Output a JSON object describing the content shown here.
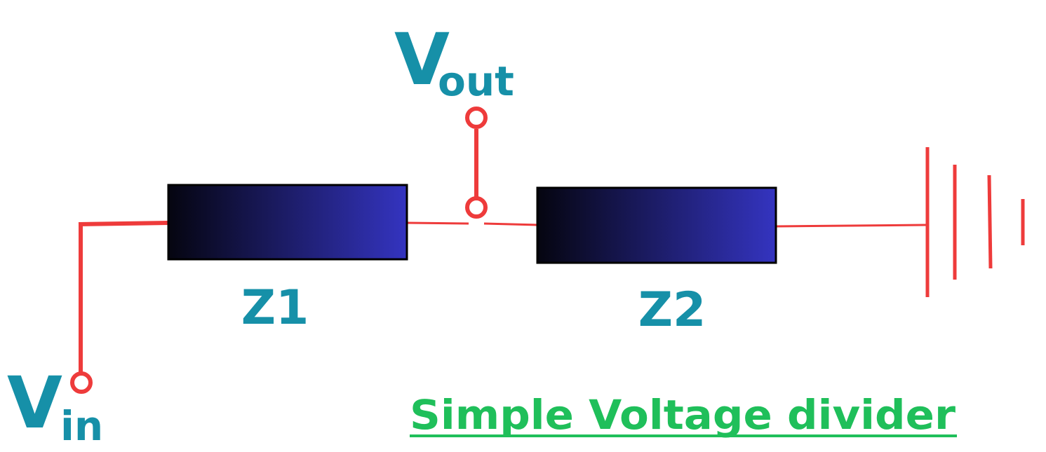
{
  "diagram": {
    "caption": "Simple Voltage divider",
    "components": [
      {
        "label": "Z1"
      },
      {
        "label": "Z2"
      }
    ],
    "terminals": {
      "input": {
        "main": "V",
        "sub": "in"
      },
      "output": {
        "main": "V",
        "sub": "out"
      }
    },
    "colors": {
      "wire": "#ee3b3b",
      "label": "#1690a8",
      "caption": "#1fbf5a",
      "component_start": "#050510",
      "component_end": "#3434c0",
      "component_border": "#000000"
    }
  }
}
